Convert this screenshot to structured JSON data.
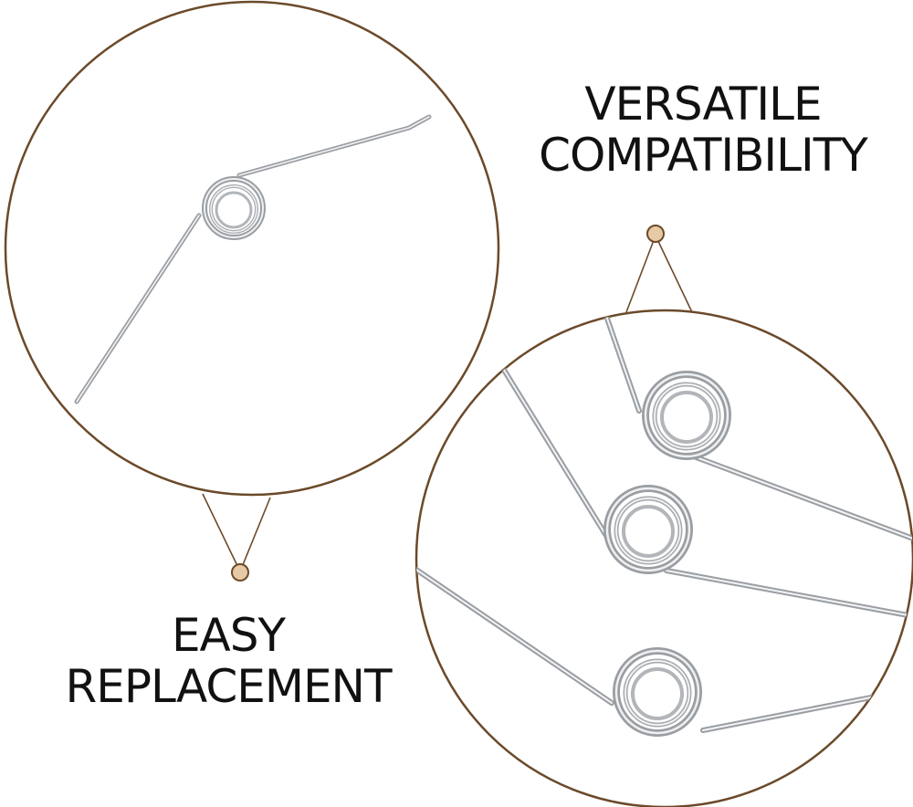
{
  "captions": {
    "top": {
      "line1": "VERSATILE",
      "line2": "COMPATIBILITY"
    },
    "bottom": {
      "line1": "EASY",
      "line2": "REPLACEMENT"
    }
  },
  "colors": {
    "ring": "#6b4a2a",
    "dot": "#e8c9a6",
    "spring": "#b9bcc0",
    "spring_highlight": "#f2f3f4",
    "text": "#111111"
  },
  "icons": {
    "single_spring": "torsion-spring-single",
    "three_springs": "torsion-spring-group"
  }
}
